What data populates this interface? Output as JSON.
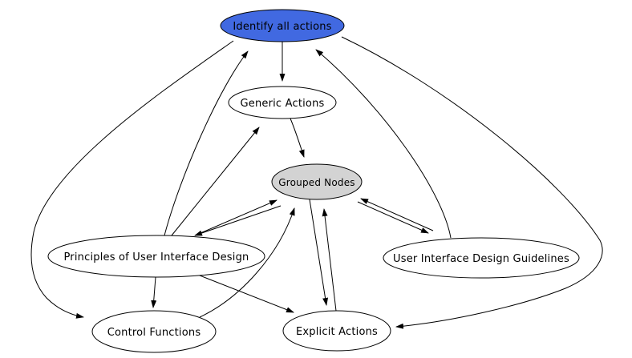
{
  "diagram": {
    "background_color": "#ffffff",
    "edge_color": "#000000",
    "nodes": [
      {
        "id": "identify",
        "label": "Identify all actions",
        "fill": "#4169e1",
        "text_color": "#000000"
      },
      {
        "id": "generic",
        "label": "Generic Actions",
        "fill": "#ffffff",
        "text_color": "#000000"
      },
      {
        "id": "grouped",
        "label": "Grouped Nodes",
        "fill": "#d3d3d3",
        "text_color": "#000000"
      },
      {
        "id": "principles",
        "label": "Principles of User Interface Design",
        "fill": "#ffffff",
        "text_color": "#000000"
      },
      {
        "id": "guidelines",
        "label": "User Interface Design Guidelines",
        "fill": "#ffffff",
        "text_color": "#000000"
      },
      {
        "id": "control",
        "label": "Control Functions",
        "fill": "#ffffff",
        "text_color": "#000000"
      },
      {
        "id": "explicit",
        "label": "Explicit Actions",
        "fill": "#ffffff",
        "text_color": "#000000"
      }
    ],
    "edges": [
      {
        "from": "Identify all actions",
        "to": "Generic Actions"
      },
      {
        "from": "Identify all actions",
        "to": "Control Functions"
      },
      {
        "from": "Identify all actions",
        "to": "Explicit Actions"
      },
      {
        "from": "Generic Actions",
        "to": "Grouped Nodes"
      },
      {
        "from": "Principles of User Interface Design",
        "to": "Identify all actions"
      },
      {
        "from": "Principles of User Interface Design",
        "to": "Generic Actions"
      },
      {
        "from": "Principles of User Interface Design",
        "to": "Grouped Nodes"
      },
      {
        "from": "Grouped Nodes",
        "to": "Principles of User Interface Design"
      },
      {
        "from": "Principles of User Interface Design",
        "to": "Control Functions"
      },
      {
        "from": "Principles of User Interface Design",
        "to": "Explicit Actions"
      },
      {
        "from": "User Interface Design Guidelines",
        "to": "Identify all actions"
      },
      {
        "from": "User Interface Design Guidelines",
        "to": "Grouped Nodes"
      },
      {
        "from": "Grouped Nodes",
        "to": "User Interface Design Guidelines"
      },
      {
        "from": "Grouped Nodes",
        "to": "Explicit Actions"
      },
      {
        "from": "Explicit Actions",
        "to": "Grouped Nodes"
      },
      {
        "from": "Control Functions",
        "to": "Grouped Nodes"
      }
    ]
  }
}
